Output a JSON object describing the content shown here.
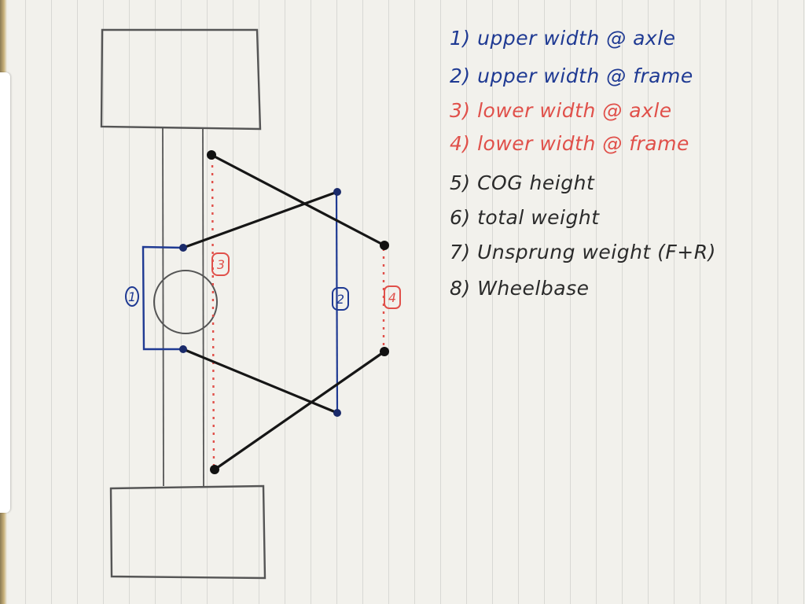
{
  "diagram": {
    "callouts": [
      "1",
      "2",
      "3",
      "4"
    ]
  },
  "notes": [
    {
      "text": "1) upper width @ axle",
      "color": "#1f3a93"
    },
    {
      "text": "2) upper width @ frame",
      "color": "#1f3a93"
    },
    {
      "text": "3) lower width @ axle",
      "color": "#e0504a"
    },
    {
      "text": "4) lower width @ frame",
      "color": "#e0504a"
    },
    {
      "text": "5) COG height",
      "color": "#2b2b2b"
    },
    {
      "text": "6) total weight",
      "color": "#2b2b2b"
    },
    {
      "text": "7) Unsprung weight (F+R)",
      "color": "#2b2b2b"
    },
    {
      "text": "8) Wheelbase",
      "color": "#2b2b2b"
    }
  ],
  "colors": {
    "pencil": "#555555",
    "ink_black": "#161616",
    "ink_blue": "#1f3a93",
    "ink_red": "#e0504a"
  }
}
